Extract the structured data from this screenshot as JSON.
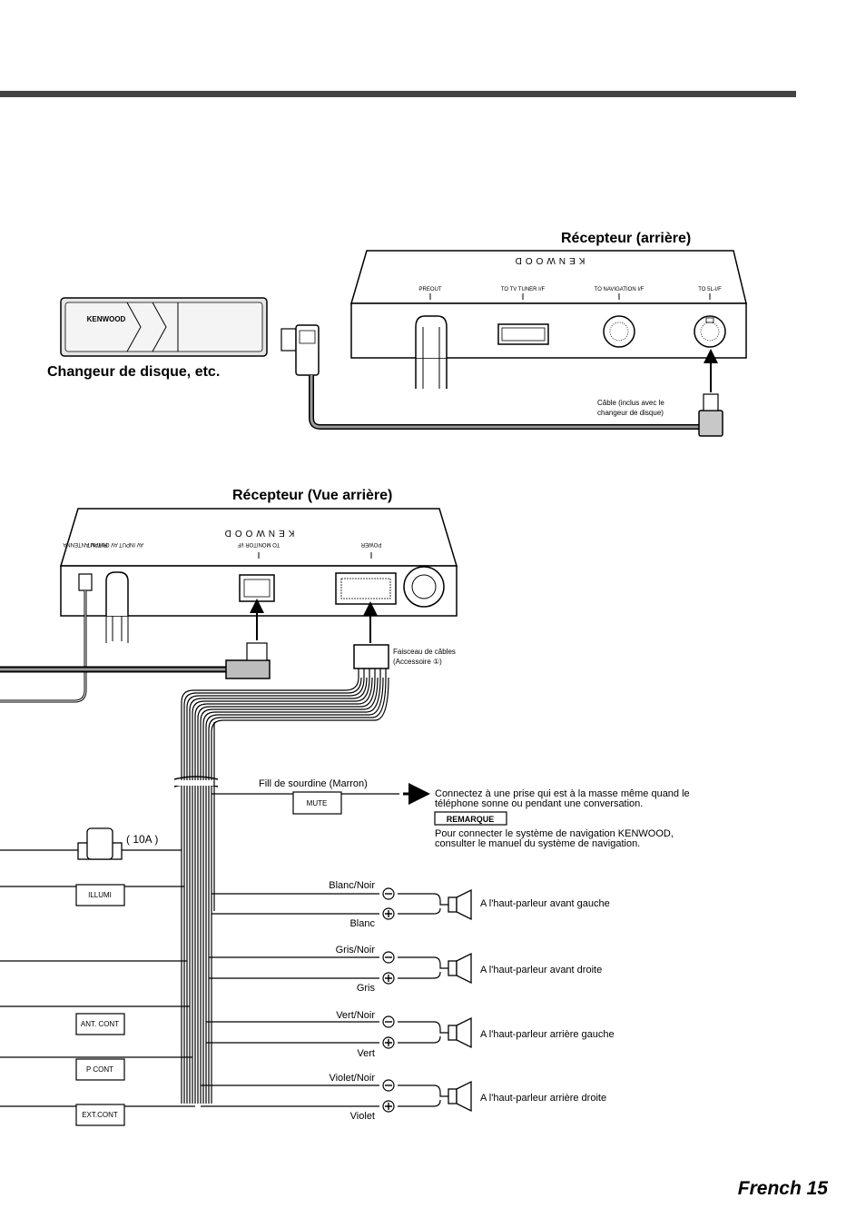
{
  "page": {
    "footer": "French 15"
  },
  "colors": {
    "rule": "#444444",
    "wire": "#000000",
    "box_fill": "#f2f2f2",
    "gray_fill": "#c8c8c8"
  },
  "top_section": {
    "rear_receiver_title": "Récepteur (arrière)",
    "brand": "KENWOOD",
    "rear_ports": [
      "PREOUT",
      "TO TV TUNER I/F",
      "TO NAVIGATION I/F",
      "TO 5L-I/F"
    ],
    "changer_title": "Changeur de disque, etc.",
    "changer_brand": "KENWOOD",
    "cable_note": [
      "Câble (inclus avec le",
      "changeur de disque)"
    ]
  },
  "bottom_section": {
    "rear_view_title": "Récepteur (Vue arrière)",
    "brand": "KENWOOD",
    "back_ports": [
      "FM/AM ANTENNA",
      "AV INPUT AV OUTPUT",
      "TO MONITOR I/F",
      "POWER"
    ],
    "harness_note": [
      "Faisceau de câbles",
      "(Accessoire ①)"
    ],
    "mute_wire_label": "Fill de sourdine (Marron)",
    "mute_box": "MUTE",
    "mute_note": [
      "Connectez à une prise qui est à la masse même quand le",
      "téléphone sonne ou pendant une conversation."
    ],
    "remarque_badge": "REMARQUE",
    "remarque_text": [
      "Pour connecter le système de navigation KENWOOD,",
      "consulter le manuel du système de navigation."
    ],
    "fuse_label": "( 10A )",
    "left_boxes": [
      "ILLUMI",
      "ANT. CONT",
      "P CONT",
      "EXT.CONT"
    ],
    "speakers": [
      {
        "neg_wire": "Blanc/Noir",
        "pos_wire": "Blanc",
        "target": "A l'haut-parleur avant gauche"
      },
      {
        "neg_wire": "Gris/Noir",
        "pos_wire": "Gris",
        "target": "A l'haut-parleur avant droite"
      },
      {
        "neg_wire": "Vert/Noir",
        "pos_wire": "Vert",
        "target": "A l'haut-parleur arrière gauche"
      },
      {
        "neg_wire": "Violet/Noir",
        "pos_wire": "Violet",
        "target": "A l'haut-parleur arrière droite"
      }
    ]
  }
}
